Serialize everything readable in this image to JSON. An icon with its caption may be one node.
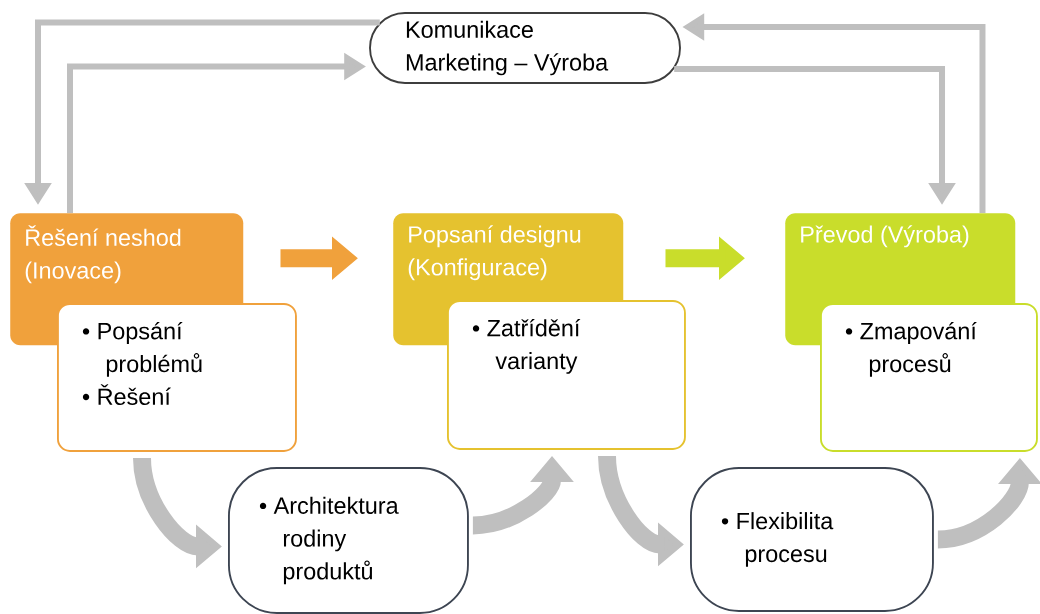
{
  "diagram": {
    "nodes": [
      {
        "text": [
          "Komunikace",
          "Marketing – Výroba"
        ]
      },
      {
        "text": [
          "Řešení neshod (Inovace)"
        ]
      },
      {
        "text": [
          "• Popsání problémů",
          "• Řešení"
        ]
      },
      {
        "text": [
          "Popsaní designu (Konfigurace)"
        ]
      },
      {
        "text": [
          "• Zatřídění varianty"
        ]
      },
      {
        "text": [
          "Převod (Výroba)"
        ]
      },
      {
        "text": [
          "• Zmapování procesů"
        ]
      },
      {
        "text": [
          "• Architektura rodiny produktů"
        ]
      },
      {
        "text": [
          "• Flexibilita procesu"
        ]
      }
    ],
    "edges": [
      {
        "from": 0,
        "to": 1,
        "arrow": "to"
      },
      {
        "from": 1,
        "to": 0,
        "arrow": "to"
      },
      {
        "from": 5,
        "to": 0,
        "arrow": "to"
      },
      {
        "from": 0,
        "to": 5,
        "arrow": "to"
      },
      {
        "from": 1,
        "to": 3,
        "arrow": "to",
        "color": "#f0a13c"
      },
      {
        "from": 3,
        "to": 5,
        "arrow": "to",
        "color": "#c9dd2b"
      },
      {
        "from": 2,
        "to": 7,
        "arrow": "to"
      },
      {
        "from": 7,
        "to": 4,
        "arrow": "to"
      },
      {
        "from": 4,
        "to": 8,
        "arrow": "to"
      },
      {
        "from": 8,
        "to": 6,
        "arrow": "to"
      }
    ]
  }
}
